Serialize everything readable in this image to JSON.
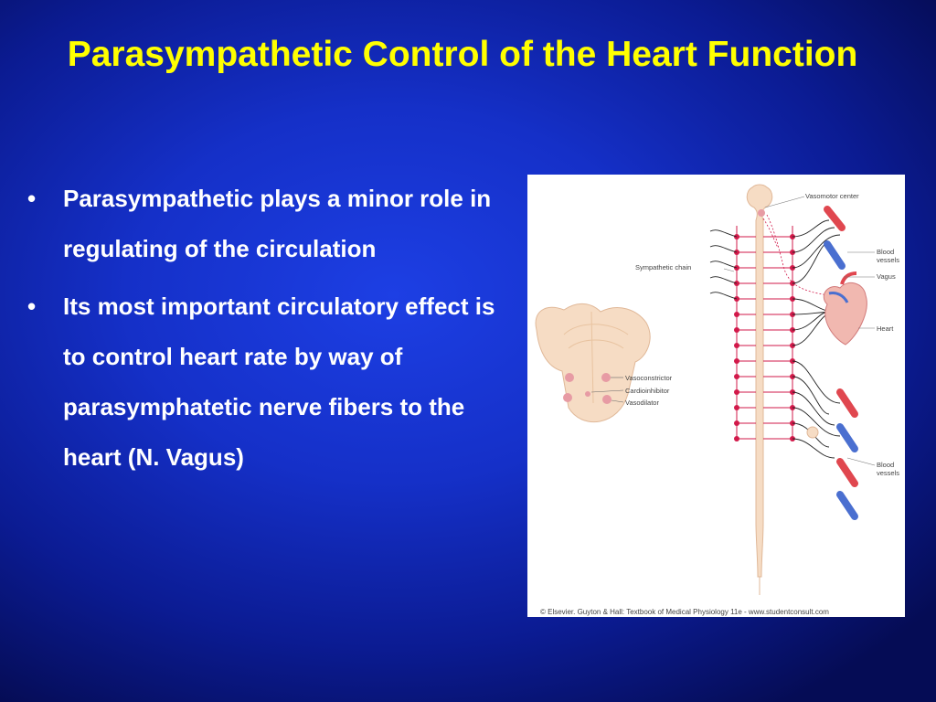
{
  "slide": {
    "title": "Parasympathetic Control of the Heart Function",
    "bullets": [
      {
        "marker": "•",
        "text": "Parasympathetic plays a minor role in regulating of the circulation"
      },
      {
        "marker": "•",
        "text": "Its most important circulatory effect is to control heart rate by way of parasymphatetic nerve fibers to the heart (N. Vagus)"
      }
    ]
  },
  "figure": {
    "labels": {
      "vasomotor_center": "Vasomotor center",
      "blood_vessels_top_1": "Blood",
      "blood_vessels_top_2": "vessels",
      "sympathetic_chain": "Sympathetic chain",
      "vagus": "Vagus",
      "heart": "Heart",
      "vasoconstrictor": "Vasoconstrictor",
      "cardioinhibitor": "Cardioinhibitor",
      "vasodilator": "Vasodilator",
      "blood_vessels_bottom_1": "Blood",
      "blood_vessels_bottom_2": "vessels"
    },
    "credit": "© Elsevier. Guyton & Hall: Textbook of Medical Physiology 11e - www.studentconsult.com",
    "colors": {
      "spinal_cord": "#f6dcc4",
      "nerve_dot": "#d2194a",
      "artery": "#e0474f",
      "vein": "#4a6fd0",
      "heart": "#f1b8b0"
    }
  }
}
